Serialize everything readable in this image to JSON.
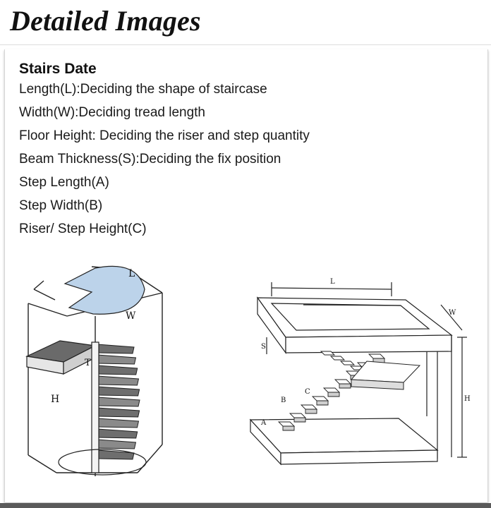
{
  "header": {
    "title": "Detailed Images"
  },
  "specs": {
    "title": "Stairs Date",
    "items": [
      "Length(L):Deciding the shape of staircase",
      "Width(W):Deciding tread length",
      "Floor Height: Deciding the riser and step quantity",
      "Beam Thickness(S):Deciding the fix position",
      "Step Length(A)",
      "Step Width(B)",
      "Riser/ Step Height(C)"
    ]
  },
  "spiral_diagram": {
    "label_l": "L",
    "label_w": "W",
    "label_h": "H",
    "label_t": "T"
  },
  "straight_diagram": {
    "label_l": "L",
    "label_w": "W",
    "label_s": "S",
    "label_h": "H",
    "label_b": "B",
    "label_c": "C",
    "label_a": "A"
  },
  "colors": {
    "tread_blue": "#bcd3ea",
    "line": "#222222"
  }
}
